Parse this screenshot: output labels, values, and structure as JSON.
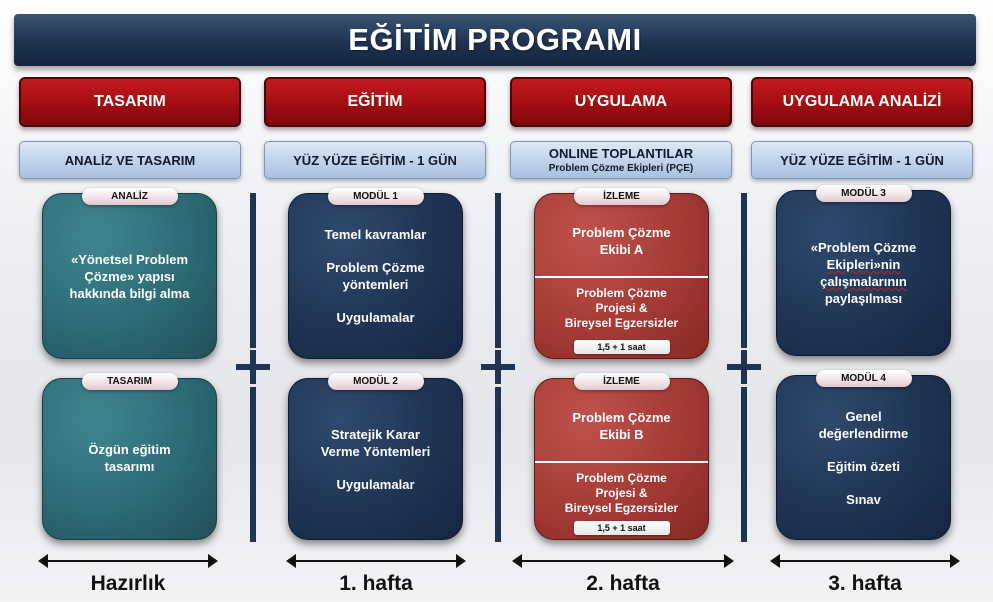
{
  "title": "EĞİTİM PROGRAMI",
  "phases": [
    "TASARIM",
    "EĞİTİM",
    "UYGULAMA",
    "UYGULAMA ANALİZİ"
  ],
  "subheaders": {
    "col1": "ANALİZ VE TASARIM",
    "col2": "YÜZ YÜZE EĞİTİM - 1 GÜN",
    "col3_main": "ONLINE TOPLANTILAR",
    "col3_small": "Problem Çözme Ekipleri (PÇE)",
    "col4": "YÜZ YÜZE EĞİTİM - 1 GÜN"
  },
  "boxes": {
    "analiz": {
      "tag": "ANALİZ",
      "lines": [
        "«Yönetsel Problem",
        "Çözme» yapısı",
        "hakkında bilgi alma"
      ]
    },
    "tasarim": {
      "tag": "TASARIM",
      "lines": [
        "Özgün eğitim",
        "tasarımı"
      ]
    },
    "modul1": {
      "tag": "MODÜL 1",
      "items": [
        "Temel kavramlar",
        "Problem Çözme",
        "yöntemleri",
        "Uygulamalar"
      ]
    },
    "modul2": {
      "tag": "MODÜL 2",
      "items": [
        "Stratejik Karar",
        "Verme Yöntemleri",
        "Uygulamalar"
      ]
    },
    "izleme_a": {
      "tag": "İZLEME",
      "upper": [
        "Problem Çözme",
        "Ekibi  A"
      ],
      "lower": [
        "Problem Çözme",
        "Projesi &",
        "Bireysel Egzersizler"
      ],
      "duration": "1,5 + 1 saat"
    },
    "izleme_b": {
      "tag": "İZLEME",
      "upper": [
        "Problem Çözme",
        "Ekibi  B"
      ],
      "lower": [
        "Problem Çözme",
        "Projesi &",
        "Bireysel Egzersizler"
      ],
      "duration": "1,5 + 1 saat"
    },
    "modul3": {
      "tag": "MODÜL 3",
      "lines": [
        "«Problem Çözme",
        "Ekipleri»nin",
        "çalışmalarının",
        "paylaşılması"
      ]
    },
    "modul4": {
      "tag": "MODÜL 4",
      "items": [
        "Genel",
        "değerlendirme",
        "Eğitim özeti",
        "Sınav"
      ]
    }
  },
  "footer": [
    "Hazırlık",
    "1. hafta",
    "2. hafta",
    "3. hafta"
  ],
  "colors": {
    "title_bg": "#1e3350",
    "phase_red": "#a60f13",
    "subheader_blue": "#bcd0ea",
    "teal_box": "#2c6a75",
    "navy_box": "#1f3454",
    "red_box": "#a53a35"
  }
}
